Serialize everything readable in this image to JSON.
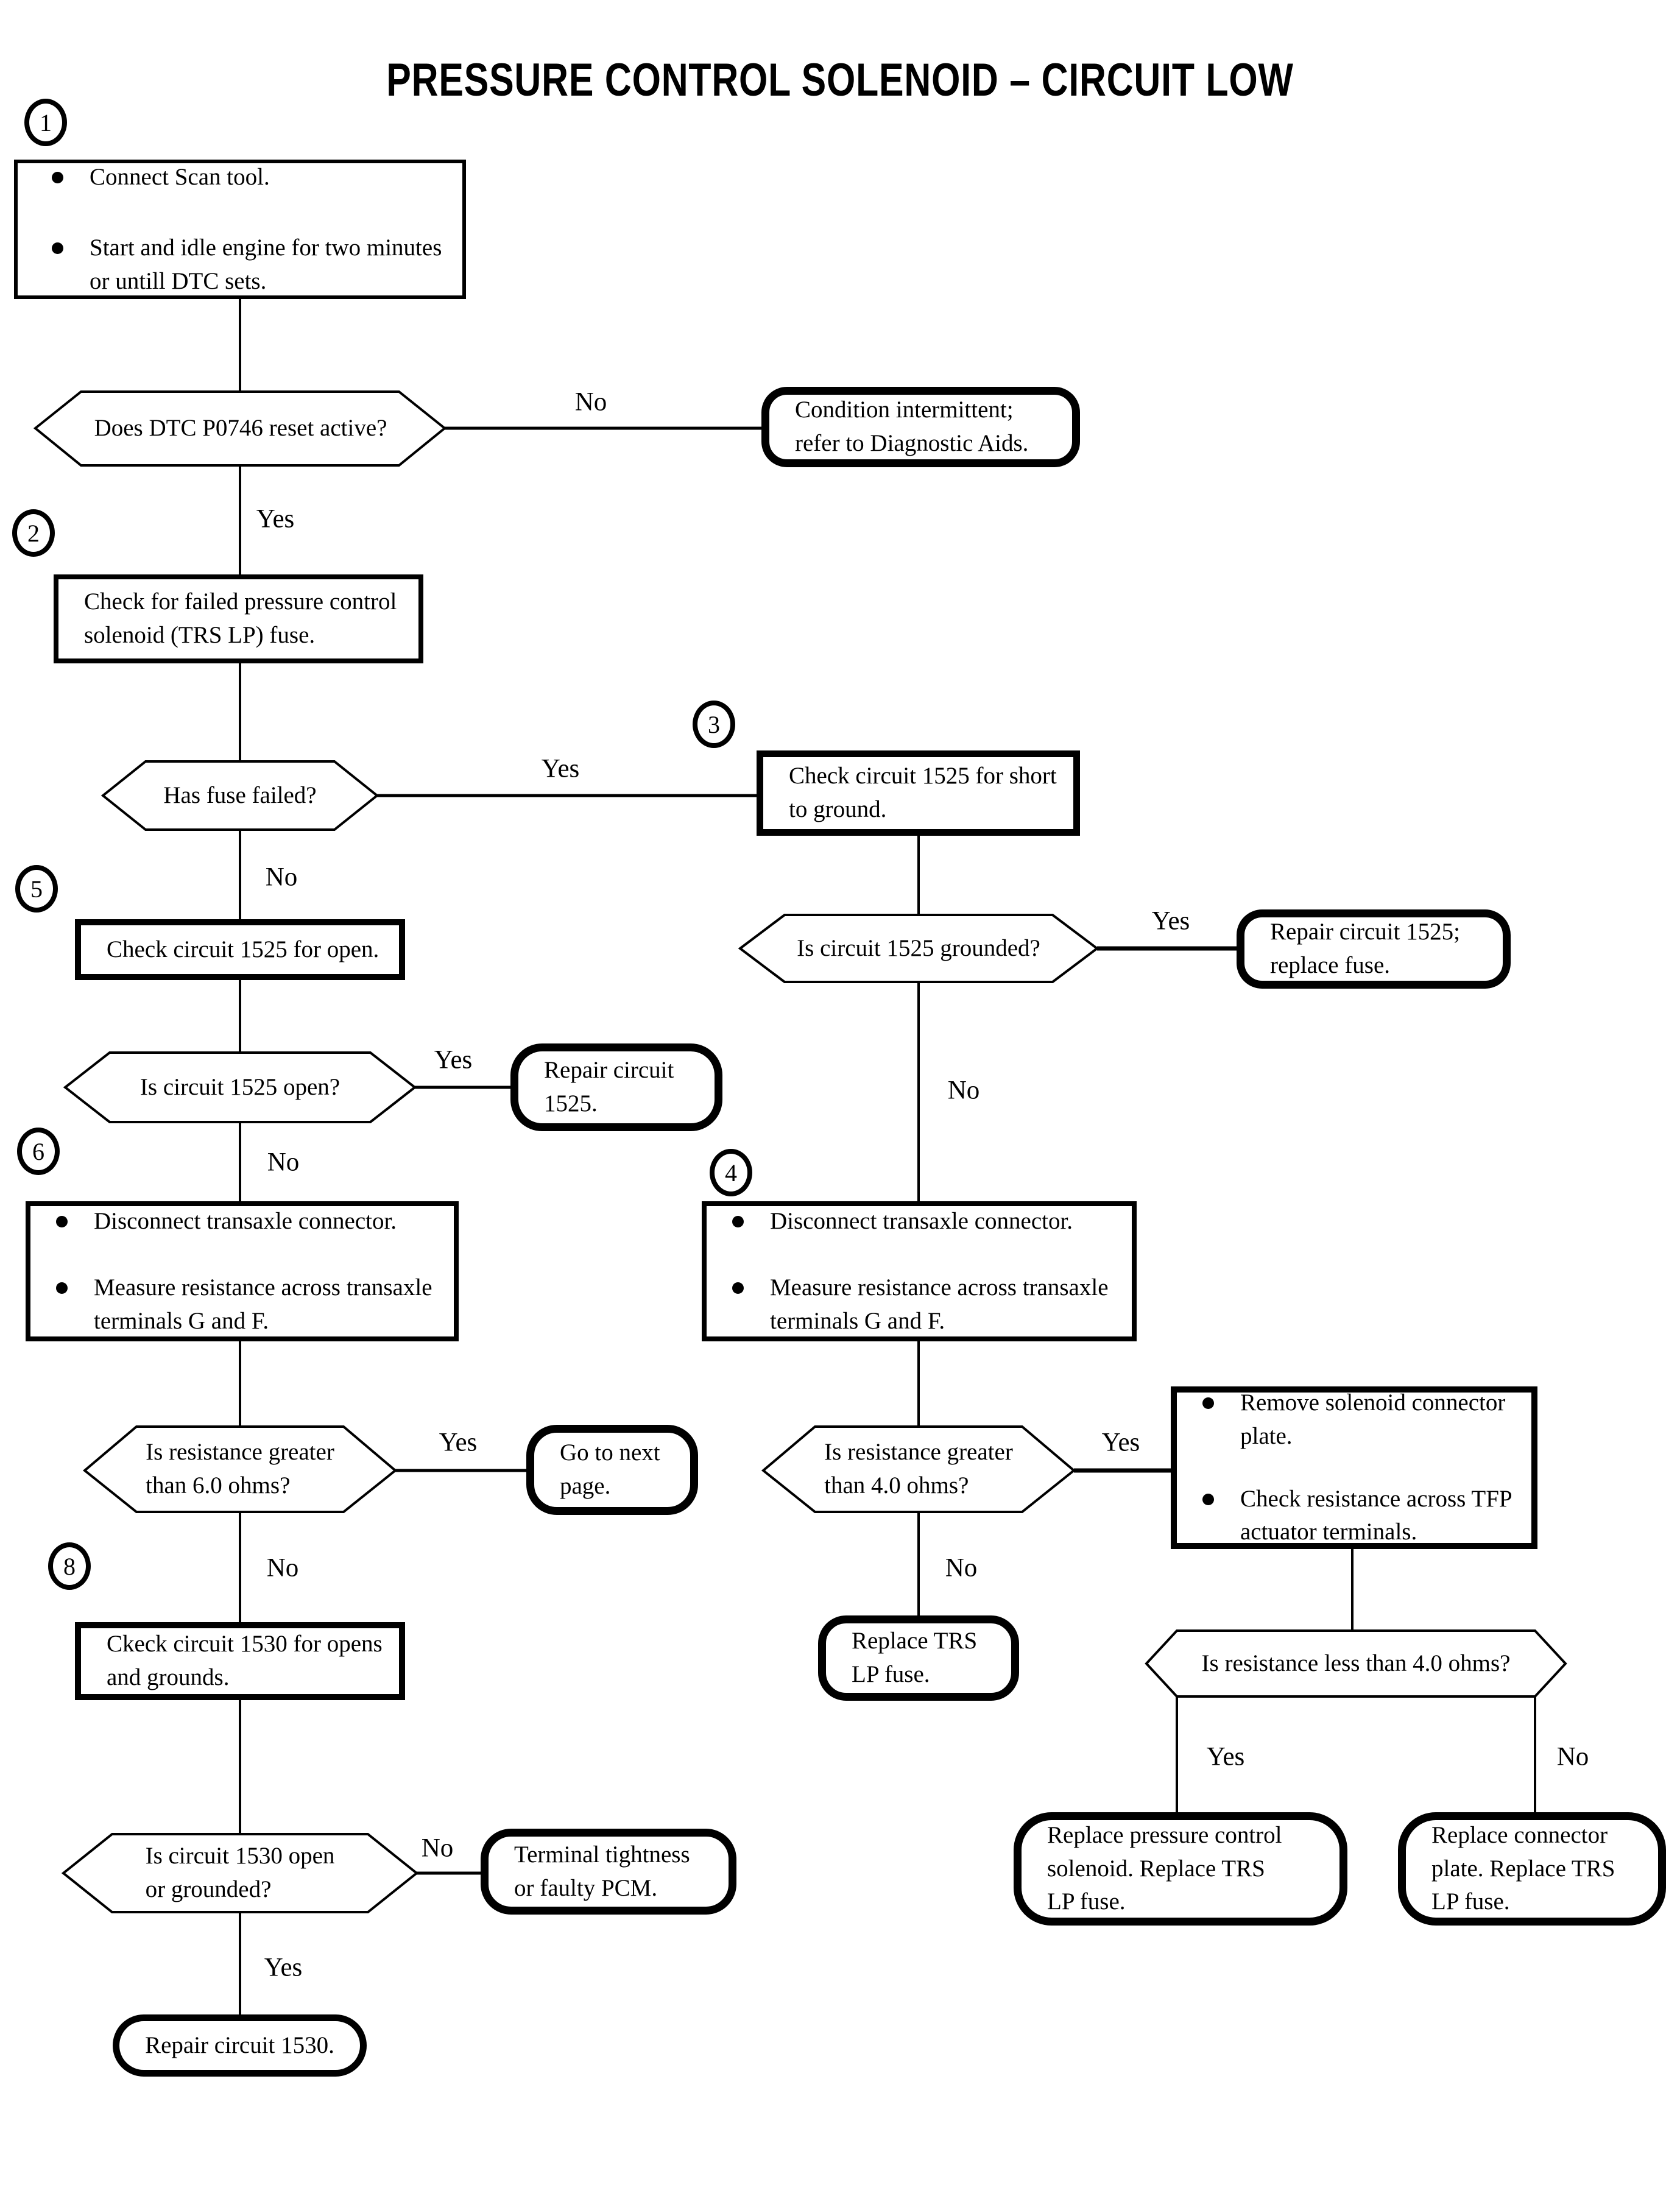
{
  "title": "PRESSURE CONTROL SOLENOID – CIRCUIT LOW",
  "labels": {
    "yes": "Yes",
    "no": "No"
  },
  "badges": {
    "n1": "1",
    "n2": "2",
    "n3": "3",
    "n4": "4",
    "n5": "5",
    "n6": "6",
    "n8": "8"
  },
  "nodes": {
    "start": {
      "bullets": [
        "Connect Scan tool.",
        "Start and idle engine for two minutes\nor untill DTC sets."
      ]
    },
    "dtc_reset": "Does DTC P0746 reset active?",
    "condition_intermittent": "Condition intermittent;\nrefer to Diagnostic Aids.",
    "check_fuse": "Check for failed pressure control\nsolenoid (TRS LP) fuse.",
    "fuse_failed": "Has fuse failed?",
    "check_1525_short": "Check circuit 1525 for short\nto ground.",
    "check_1525_open": "Check circuit 1525 for open.",
    "is_1525_grounded": "Is circuit 1525 grounded?",
    "repair_1525_fuse": "Repair circuit 1525;\nreplace fuse.",
    "is_1525_open": "Is circuit 1525 open?",
    "repair_1525": "Repair circuit\n1525.",
    "disconnect_left": {
      "bullets": [
        "Disconnect transaxle connector.",
        "Measure resistance across transaxle\nterminals G and F."
      ]
    },
    "disconnect_right": {
      "bullets": [
        "Disconnect transaxle connector.",
        "Measure resistance across transaxle\nterminals G and F."
      ]
    },
    "res_gt_6": "Is resistance greater\nthan 6.0 ohms?",
    "go_next": "Go to next\npage.",
    "res_gt_4": "Is resistance greater\nthan 4.0 ohms?",
    "remove_plate": {
      "bullets": [
        "Remove solenoid connector\nplate.",
        "Check resistance across TFP\nactuator terminals."
      ]
    },
    "check_1530": "Ckeck circuit 1530 for opens\nand grounds.",
    "replace_trs": "Replace TRS\nLP fuse.",
    "res_lt_4": "Is resistance less than 4.0 ohms?",
    "is_1530_open": "Is circuit 1530 open\nor grounded?",
    "terminal_tightness": "Terminal tightness\nor faulty PCM.",
    "replace_pcs": "Replace pressure control\nsolenoid. Replace TRS\nLP fuse.",
    "replace_plate": "Replace connector\nplate. Replace TRS\nLP fuse.",
    "repair_1530": "Repair circuit 1530."
  }
}
